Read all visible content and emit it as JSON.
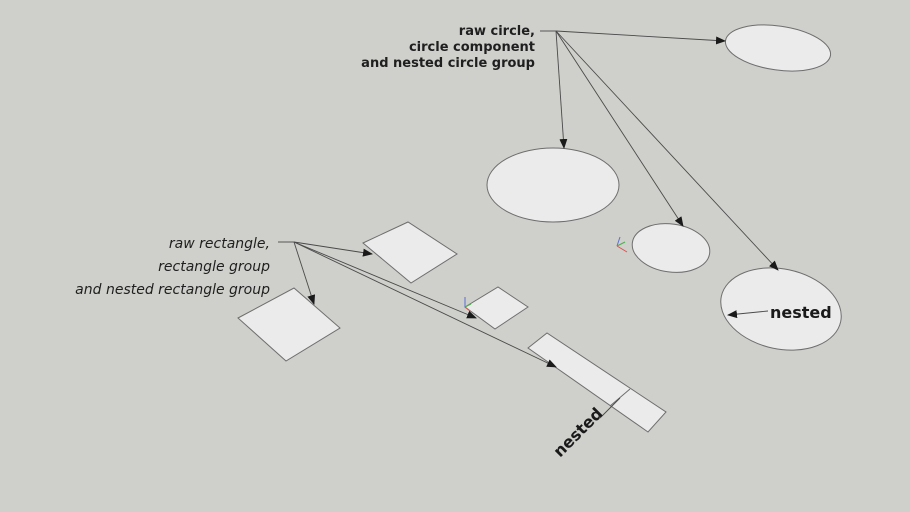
{
  "scene": {
    "background_color": "#cfcfcb",
    "shape_fill": "#ebebeb",
    "shape_stroke": "#6e6e6e"
  },
  "labels": {
    "circles": {
      "line1": "raw circle,",
      "line2": "circle component",
      "line3": "and nested circle group"
    },
    "rectangles": {
      "line1": "raw rectangle,",
      "line2": "rectangle group",
      "line3": "and nested rectangle group"
    },
    "nested_circle": "nested",
    "nested_rectangle": "nested"
  },
  "objects": {
    "circles": [
      "raw circle",
      "circle (large)",
      "circle component",
      "nested circle group"
    ],
    "rectangles": [
      "raw rectangle",
      "rectangle group",
      "rectangle component",
      "nested rectangle group"
    ]
  },
  "axes_icons": [
    "axes-gizmo-circle-component",
    "axes-gizmo-rectangle-group"
  ]
}
